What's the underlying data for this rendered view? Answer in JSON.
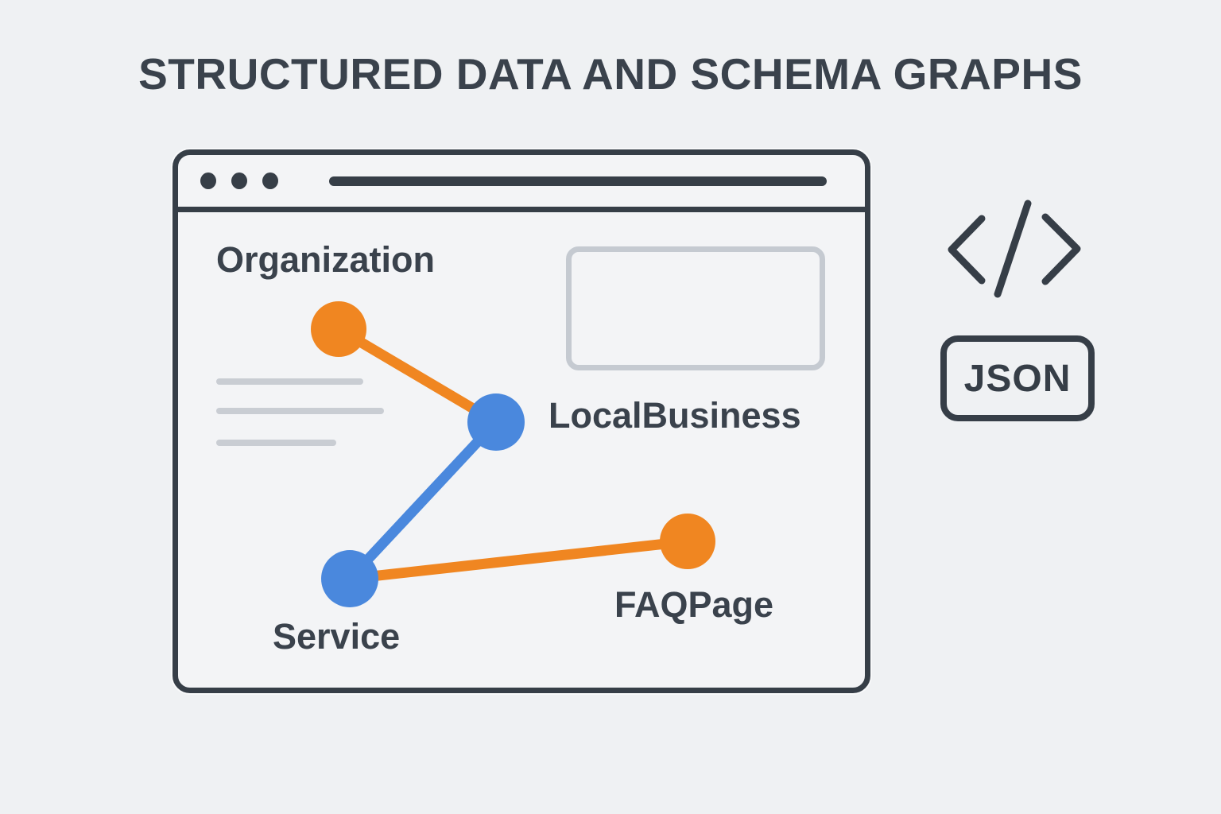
{
  "title": "STRUCTURED DATA AND SCHEMA GRAPHS",
  "colors": {
    "ink": "#363E47",
    "text": "#3A424C",
    "orange": "#F08621",
    "blue": "#4A88DD",
    "placeholder": "#C9CDD3",
    "background": "#EFF1F3"
  },
  "browser_window": {
    "window_dots_count": 3,
    "graph": {
      "nodes": [
        {
          "id": "organization",
          "label": "Organization",
          "color": "#F08621"
        },
        {
          "id": "localbusiness",
          "label": "LocalBusiness",
          "color": "#4A88DD"
        },
        {
          "id": "service",
          "label": "Service",
          "color": "#4A88DD"
        },
        {
          "id": "faqpage",
          "label": "FAQPage",
          "color": "#F08621"
        }
      ],
      "edges": [
        {
          "from": "organization",
          "to": "localbusiness",
          "color": "#F08621"
        },
        {
          "from": "localbusiness",
          "to": "service",
          "color": "#4A88DD"
        },
        {
          "from": "service",
          "to": "faqpage",
          "color": "#F08621"
        }
      ]
    }
  },
  "sidebar": {
    "code_icon": "code-slash-icon",
    "json_badge": "JSON"
  }
}
